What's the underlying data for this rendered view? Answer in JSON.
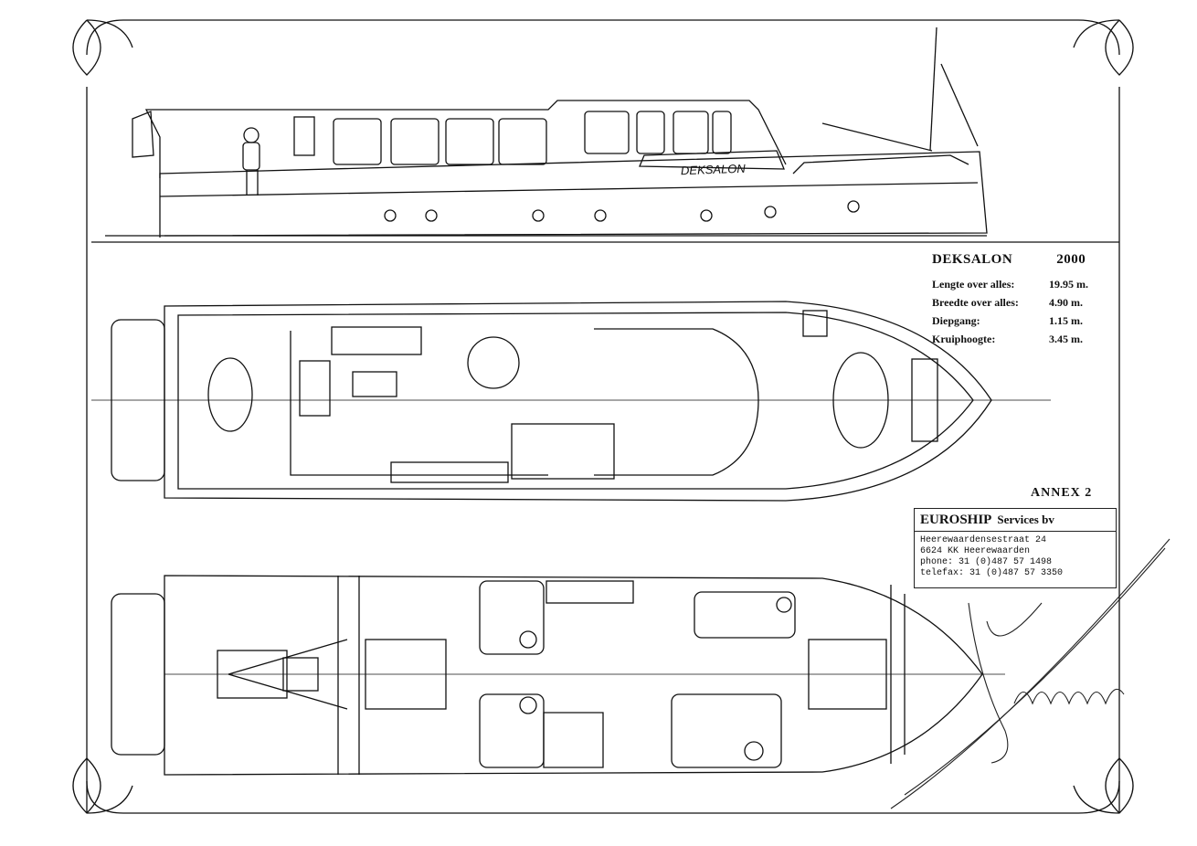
{
  "drawing": {
    "side_label": "DEKSALON",
    "model_name": "DEKSALON",
    "model_year": "2000",
    "specs": [
      {
        "label": "Lengte over alles:",
        "value": "19.95 m."
      },
      {
        "label": "Breedte over alles:",
        "value": "4.90 m."
      },
      {
        "label": "Diepgang:",
        "value": "1.15 m."
      },
      {
        "label": "Kruiphoogte:",
        "value": "3.45 m."
      }
    ],
    "annex": "ANNEX 2"
  },
  "stamp": {
    "company": "EUROSHIP",
    "company_suffix": "Services bv",
    "address": "Heerewaardensestraat 24",
    "city": "6624 KK Heerewaarden",
    "phone": "phone:   31 (0)487 57 1498",
    "fax": "telefax: 31 (0)487 57 3350"
  },
  "colors": {
    "ink": "#111111",
    "paper": "#ffffff"
  }
}
